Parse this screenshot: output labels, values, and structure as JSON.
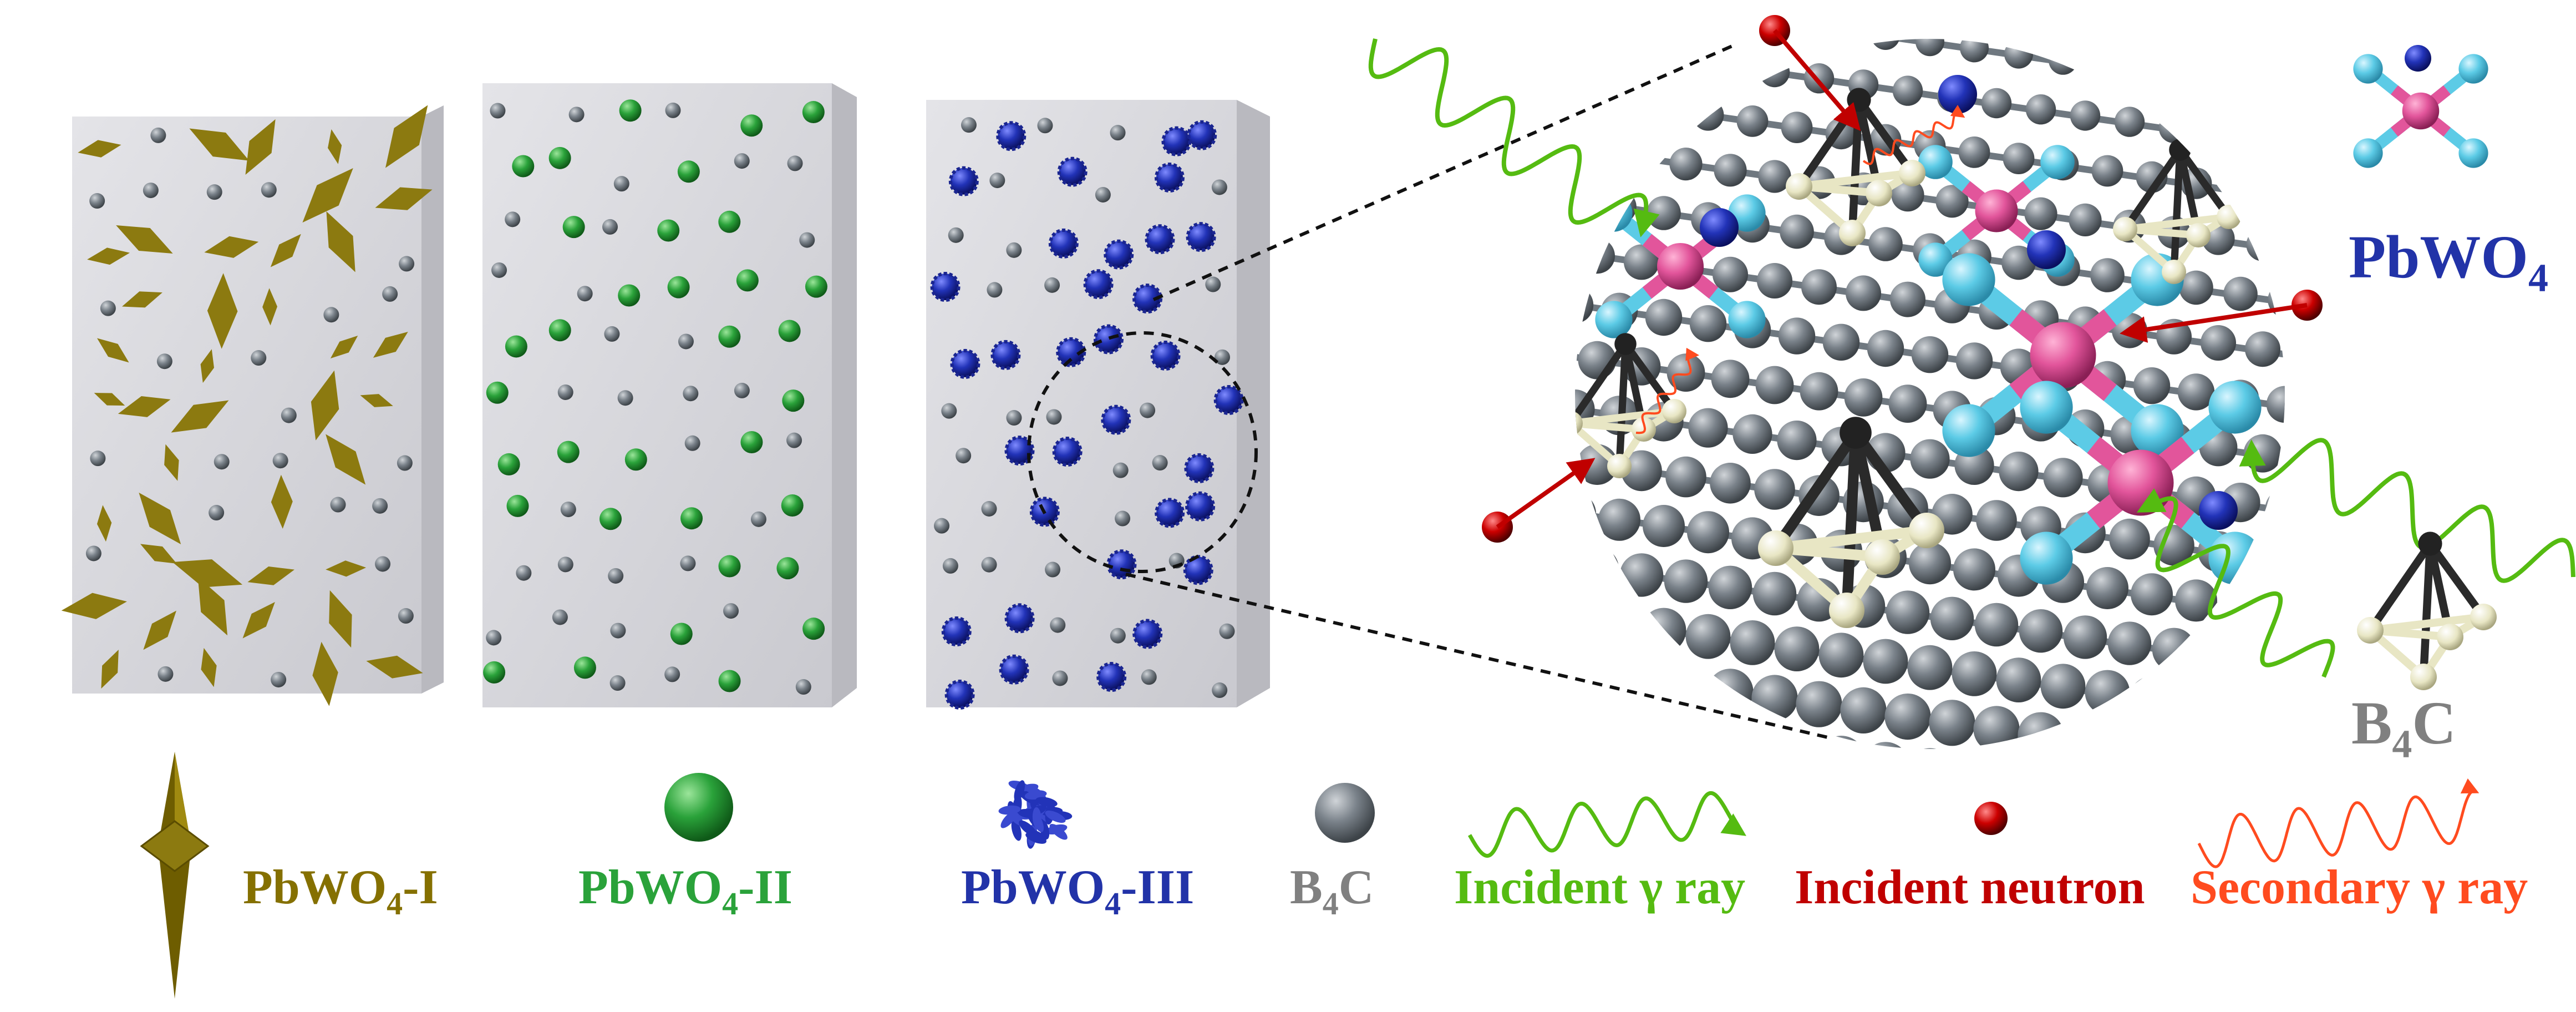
{
  "colors": {
    "pbwo4_i": "#857000",
    "pbwo4_ii": "#2aa23a",
    "pbwo4_iii": "#2233a8",
    "b4c": "#808080",
    "incident_gamma": "#55bb11",
    "neutron": "#c00000",
    "secondary_gamma": "#ff4b1f",
    "pb": "#e2559b",
    "o": "#5ccbe6",
    "lattice": "#6f7880"
  },
  "legend": [
    {
      "main": "PbWO",
      "sub": "4",
      "suffix": "-I",
      "icon": "pbwo4-i-crystal-icon"
    },
    {
      "main": "PbWO",
      "sub": "4",
      "suffix": "-II",
      "icon": "green-sphere-icon"
    },
    {
      "main": "PbWO",
      "sub": "4",
      "suffix": "-III",
      "icon": "blue-cluster-icon"
    },
    {
      "main": "B",
      "sub": "4",
      "suffix": "C",
      "icon": "gray-sphere-icon"
    },
    {
      "main": "Incident γ ray",
      "icon": "green-wave-icon"
    },
    {
      "main": "Incident neutron",
      "icon": "red-sphere-icon"
    },
    {
      "main": "Secondary γ ray",
      "icon": "red-wave-icon"
    }
  ],
  "callouts": {
    "pbwo4": {
      "main": "PbWO",
      "sub": "4"
    },
    "b4c": {
      "main": "B",
      "sub": "4",
      "suffix": "C"
    }
  }
}
